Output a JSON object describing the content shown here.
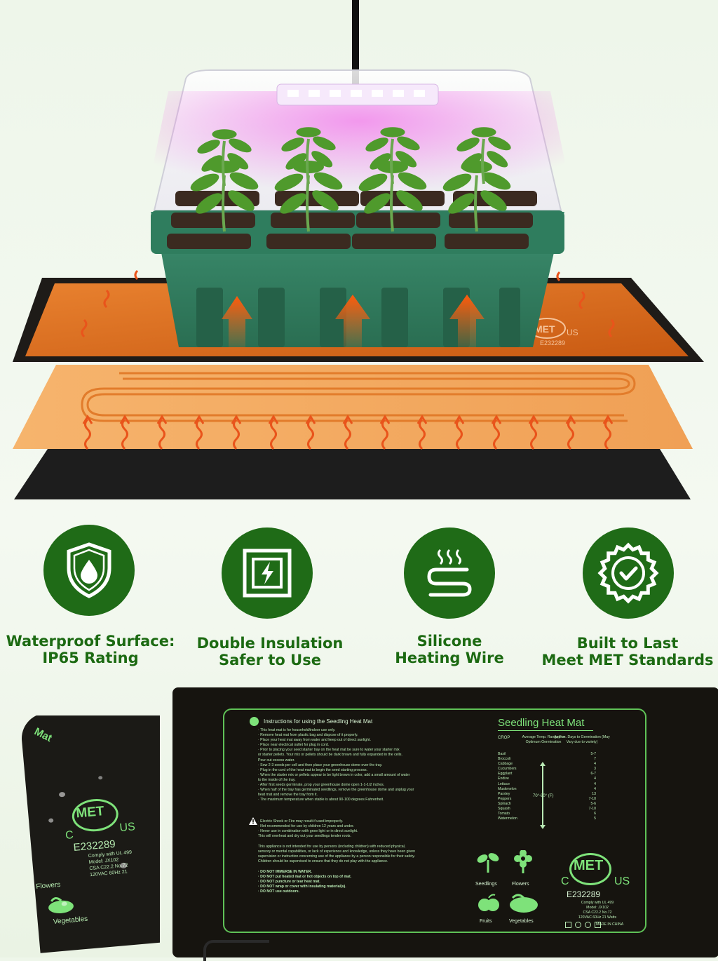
{
  "features": [
    {
      "icon": "shield-droplet-icon",
      "line1": "Waterproof Surface:",
      "line2": "IP65 Rating"
    },
    {
      "icon": "lightning-square-icon",
      "line1": "Double Insulation",
      "line2": "Safer to Use"
    },
    {
      "icon": "heat-wire-icon",
      "line1": "Silicone",
      "line2": "Heating Wire"
    },
    {
      "icon": "badge-check-icon",
      "line1": "Built to Last",
      "line2": "Meet MET Standards"
    }
  ],
  "mat": {
    "instructions_title": "Instructions for using the Seedling Heat Mat",
    "instructions": [
      "· This heat mat is for household/indoor use only.",
      "· Remove heat mat from plastic bag and dispose of it properly.",
      "· Place your heat mat away from water and keep out of direct sunlight.",
      "· Place near electrical outlet for plug in cord.",
      "· Prior to placing your seed starter tray on the heat mat be sure to water your starter mix",
      "   or starter pellets. Your mix or pellets should be dark brown and fully expanded in the cells.",
      "   Pour out excess water.",
      "· Sow 2-3 seeds per cell and then place your greenhouse dome over the tray.",
      "· Plug in the cord of the heat mat to begin the seed starting process.",
      "· When the starter mix or pellets appear to be light brown in color, add a small amount of water",
      "   to the inside of the tray.",
      "· After first seeds germinate, prop your greenhouse dome open 1-1-1/2 inches.",
      "· When half of the tray has germinated seedlings, remove the greenhouse dome and unplug your",
      "   heat mat and remove the tray from it.",
      "· The maximum temperature when stable is about 90-100 degrees Fahrenheit."
    ],
    "warnings": [
      "· Electric Shock or Fire may result if used improperly.",
      "· Not recommended for use by children 12 years and under.",
      "· Never use in combination with grow light or in direct sunlight.",
      "   This will overheat and dry out your seedlings tender roots."
    ],
    "appliance_note": [
      "This appliance is not intended for use by persons (including children) with reduced physical,",
      "sensory or mental capabilities, or lack of experience and knowledge, unless they have been given",
      "supervision or instruction concerning use of the appliance by a person responsible for their safety.",
      "Children should be supervised to ensure that they do not play with the appliance."
    ],
    "donts": [
      "· DO NOT IMMERSE IN WATER.",
      "· DO NOT put heated mat or hot objects on top of mat.",
      "· DO NOT puncture or tear heat mat.",
      "· DO NOT wrap or cover with insulating material(s).",
      "· DO NOT use outdoors."
    ],
    "title": "Seedling Heat Mat",
    "col_crop": "CROP",
    "col_temp": "Average Temp. Range For Optimum Germination",
    "col_days": "Approx. Days to Germination (May Vary due to variety)",
    "temp_range": "70°-80° (F)",
    "crops": [
      {
        "name": "Basil",
        "days": "5-7"
      },
      {
        "name": "Broccoli",
        "days": "7"
      },
      {
        "name": "Cabbage",
        "days": "4"
      },
      {
        "name": "Cucumbers",
        "days": "3"
      },
      {
        "name": "Eggplant",
        "days": "6-7"
      },
      {
        "name": "Endive",
        "days": "4"
      },
      {
        "name": "Lettuce",
        "days": "4"
      },
      {
        "name": "Muskmelon",
        "days": "4"
      },
      {
        "name": "Parsley",
        "days": "13"
      },
      {
        "name": "Peppers",
        "days": "7-10"
      },
      {
        "name": "Spinach",
        "days": "5-6"
      },
      {
        "name": "Squash",
        "days": "7-10"
      },
      {
        "name": "Tomato",
        "days": "6"
      },
      {
        "name": "Watermelon",
        "days": "5"
      }
    ],
    "plant_labels": [
      "Seedlings",
      "Flowers",
      "Fruits",
      "Vegetables"
    ],
    "cert_logo": "MET",
    "cert_c": "C",
    "cert_us": "US",
    "cert_number": "E232289",
    "spec_lines": [
      "Comply with UL 499",
      "Model: JX102",
      "CSA C22.2 No.72",
      "120VAC 60Hz 21 Watts"
    ],
    "made_in": "MADE IN CHINA"
  },
  "closeup": {
    "mat_word": "Mat",
    "cert_logo": "MET",
    "cert_c": "C",
    "cert_us": "US",
    "cert_number": "E232289",
    "spec_lines": [
      "Comply with UL 499",
      "Model: JX102",
      "CSA C22.2 No.72",
      "120VAC 60Hz 21"
    ],
    "labels": [
      "Flowers",
      "Vegetables"
    ]
  },
  "hero": {
    "mat_logo": "MET",
    "mat_us": "US",
    "mat_number": "E232289"
  }
}
